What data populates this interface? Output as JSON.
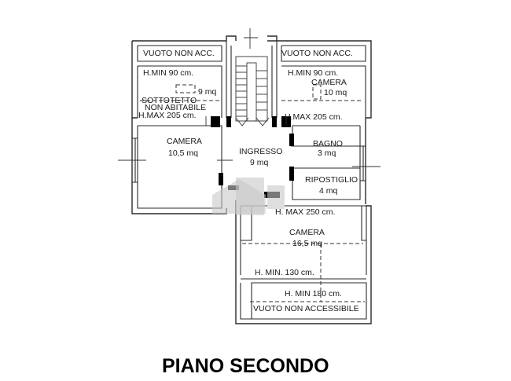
{
  "colors": {
    "line": "#2a2a2a",
    "text": "#1a1a1a",
    "background": "#ffffff"
  },
  "labels": {
    "vuoto_left": "VUOTO NON ACC.",
    "vuoto_right": "VUOTO NON ACC.",
    "hmin_left": "H.MIN  90 cm.",
    "hmin_right": "H.MIN  90 cm.",
    "sottotetto_area": "9 mq",
    "sottotetto_line1": "SOTTOTETTO",
    "sottotetto_line2": "NON ABITABILE",
    "hmax_left": "H.MAX  205 cm.",
    "hmax_right": "H.MAX  205 cm.",
    "camera_right_name": "CAMERA",
    "camera_right_area": "10 mq",
    "camera_left_name": "CAMERA",
    "camera_left_area": "10,5 mq",
    "ingresso_name": "INGRESSO",
    "ingresso_area": "9 mq",
    "bagno_name": "BAGNO",
    "bagno_area": "3 mq",
    "ripostiglio_name": "RIPOSTIGLIO",
    "ripostiglio_area": "4 mq",
    "hmax_bottom": "H. MAX 250 cm.",
    "camera_bottom_name": "CAMERA",
    "camera_bottom_area": "16,5 mq",
    "hmin_130": "H. MIN. 130 cm.",
    "hmin_180": "H. MIN 180 cm.",
    "vuoto_bottom": "VUOTO NON ACCESSIBILE"
  },
  "title": "PIANO SECONDO",
  "watermark": "logo"
}
